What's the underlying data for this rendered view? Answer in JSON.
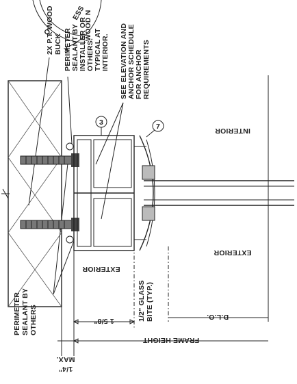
{
  "seal": {
    "text_top": "WOOD N",
    "text_arc": "ESS",
    "text_side": "Q"
  },
  "labels": {
    "buck": [
      "2X P.T. WOOD",
      "BUCK"
    ],
    "sealant_top": [
      "PERIMETER",
      "SEALANT BY",
      "INSTALLER OR",
      "OTHERS.",
      "TYPICAL AT",
      "INTERIOR."
    ],
    "anchor_note": [
      "SEE ELEVATION AND",
      "ANCHOR SCHEDULE",
      "FOR ANCHOR",
      "REQUIREMENTS"
    ],
    "interior": "INTERIOR",
    "exterior_right": "EXTERIOR",
    "exterior_left": "EXTERIOR",
    "glass_bite": [
      "1/2\" GLASS",
      "BITE (TYP.)"
    ],
    "sealant_bottom": [
      "PERIMETER",
      "SEALANT BY",
      "OTHERS"
    ],
    "max_gap": [
      "1/4\"",
      "MAX."
    ],
    "dim_depth": "1 5/8\"",
    "dim_dlo": "D.L.O.",
    "dim_frame_height": "FRAME HEIGHT",
    "callout_3": "3",
    "callout_7": "7",
    "star": "★"
  }
}
